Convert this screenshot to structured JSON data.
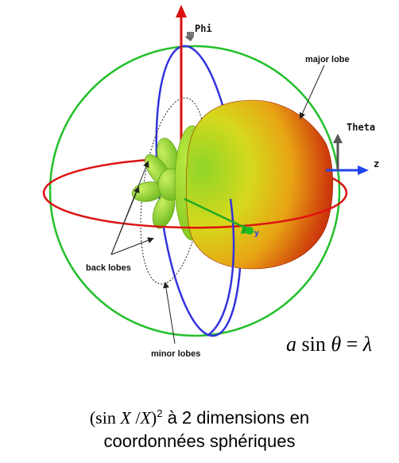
{
  "labels": {
    "phi": "Phi",
    "theta": "Theta",
    "z": "z",
    "y": "y",
    "major_lobe": "major lobe",
    "back_lobes": "back lobes",
    "minor_lobes": "minor lobes"
  },
  "formula": {
    "a": "a",
    "sin": "sin",
    "theta": "θ",
    "eq": "=",
    "lambda": "λ"
  },
  "caption": {
    "math_prefix": "(sin ",
    "math_x1": "X",
    "math_slash": " /",
    "math_x2": "X",
    "math_close": ")",
    "sup": "2",
    "line1_text": " à 2 dimensions en",
    "line2": "coordonnées sphériques"
  },
  "colors": {
    "sphere_circle": "#22c02a",
    "equator": "#dd1111",
    "meridian": "#3333dd",
    "phi_axis": "#dd1111",
    "z_axis": "#2244ee",
    "y_axis": "#22aa22",
    "lobe_green": "#9ddc2a",
    "lobe_yellow": "#e6d21a",
    "lobe_red": "#c8240c"
  }
}
